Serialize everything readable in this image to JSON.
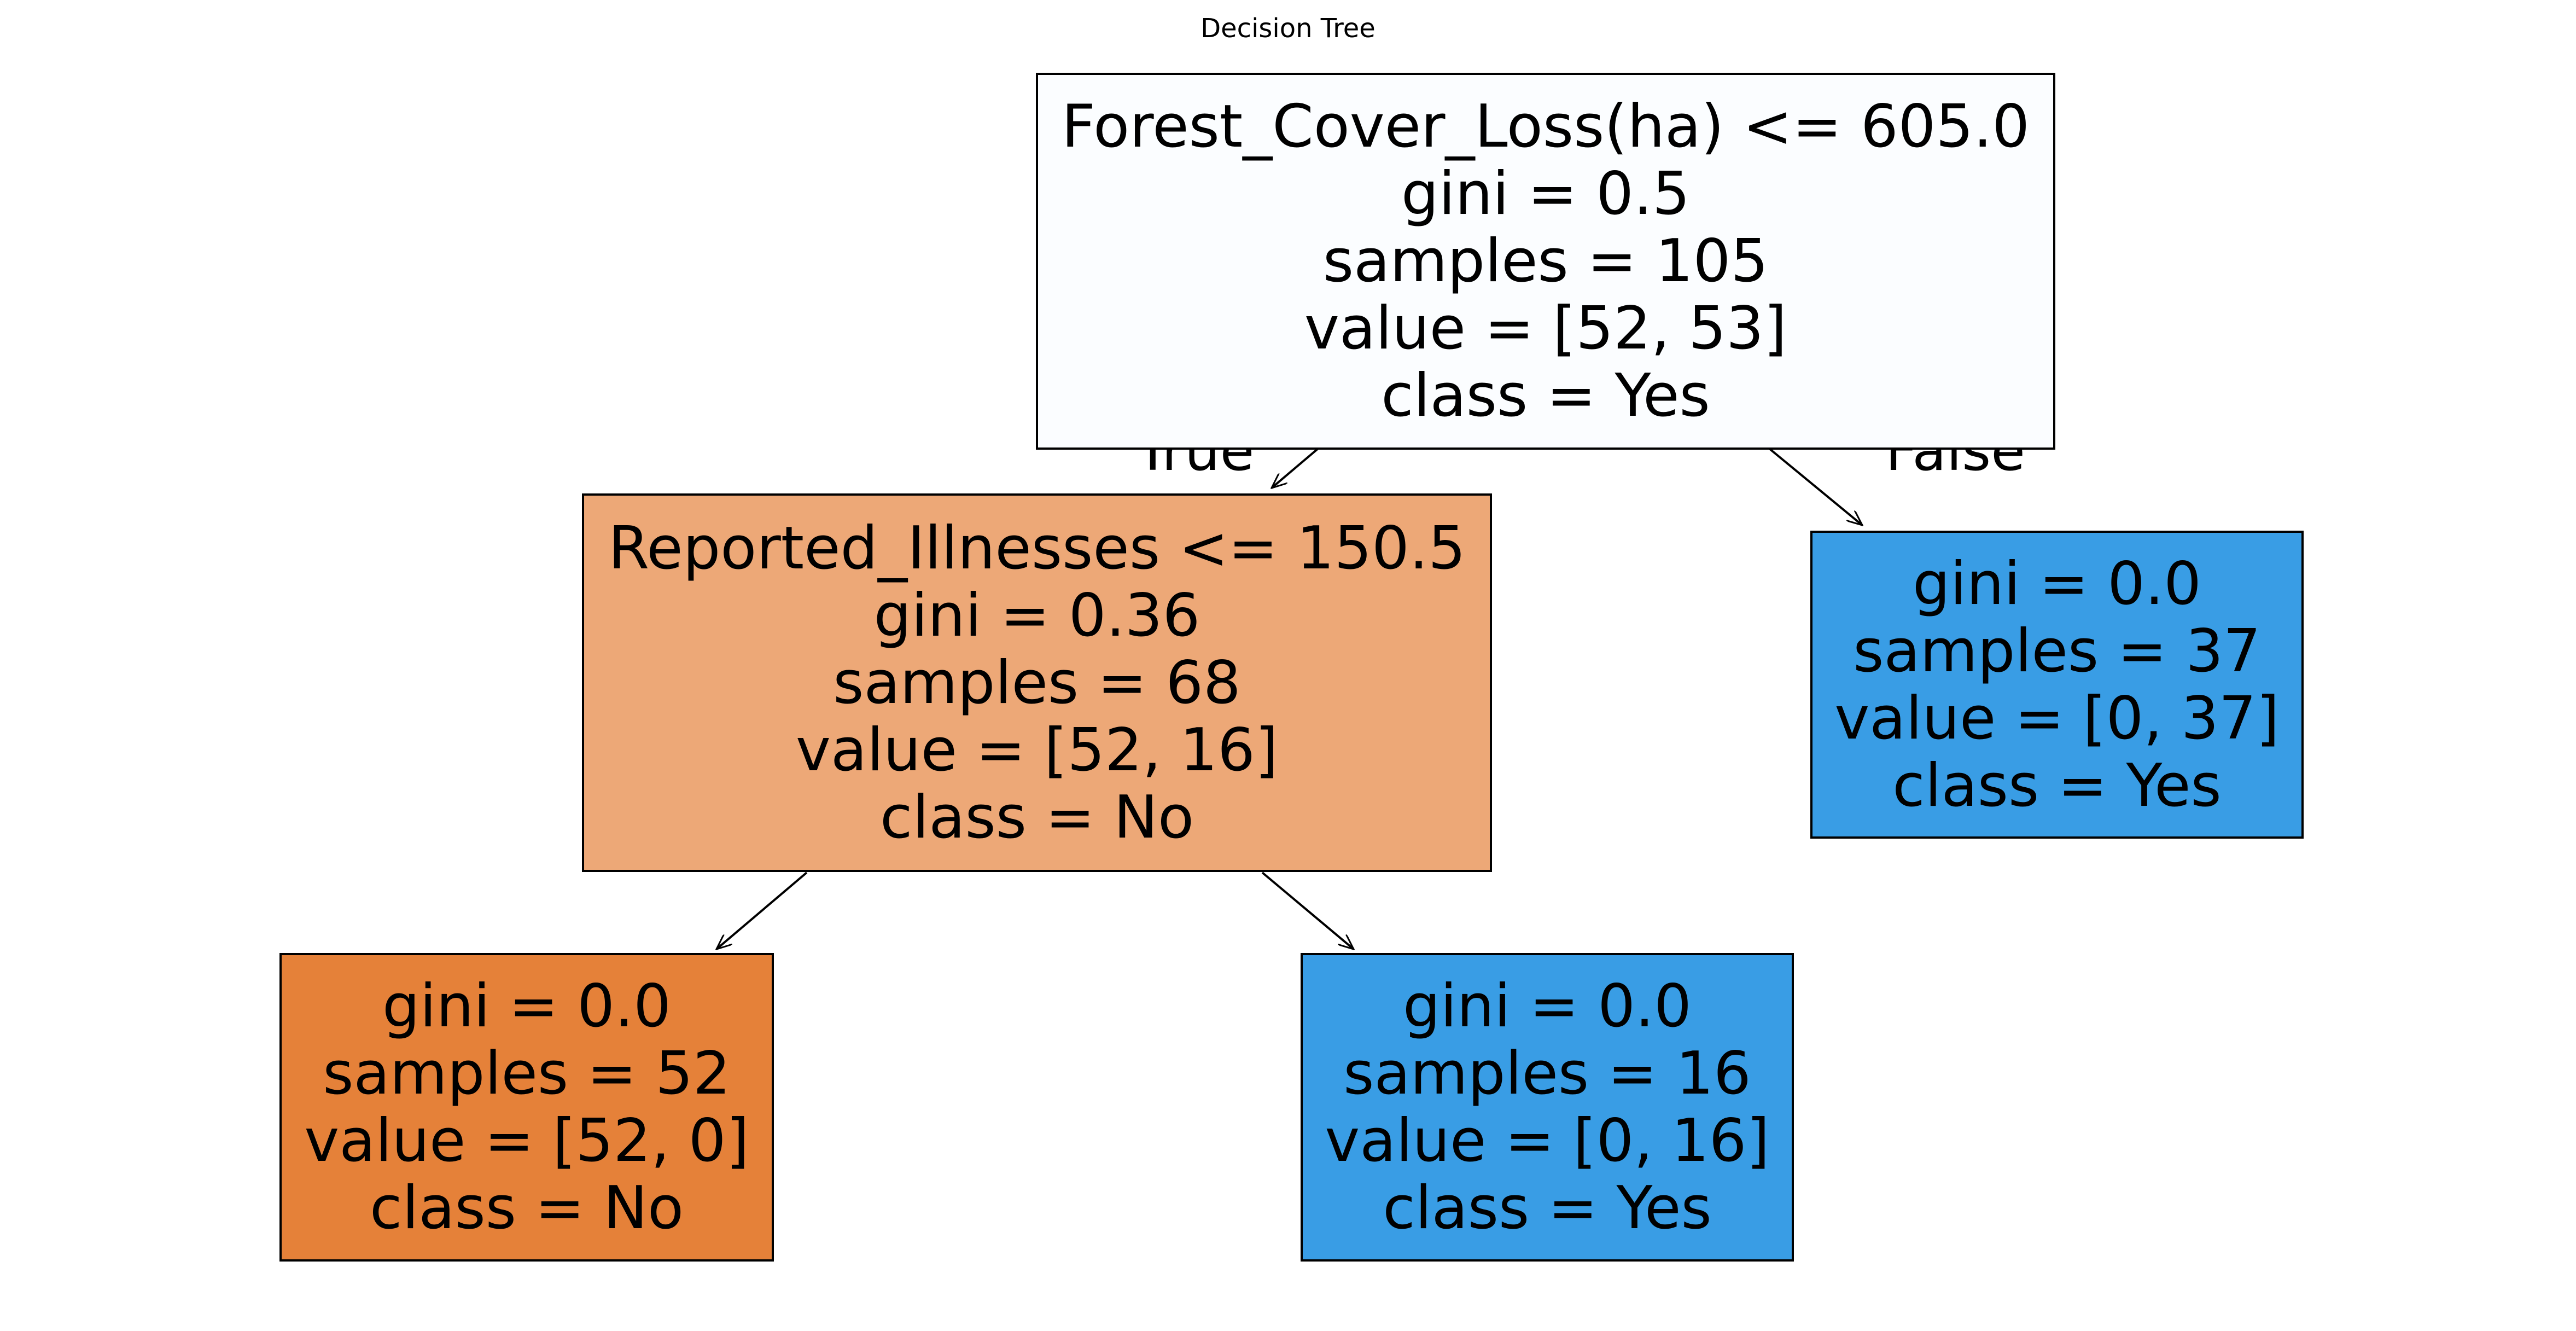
{
  "title": "Decision Tree",
  "edge_labels": {
    "true": "True",
    "false": "False"
  },
  "nodes": [
    {
      "id": "root",
      "lines": [
        "Forest_Cover_Loss(ha) <= 605.0",
        "gini = 0.5",
        "samples = 105",
        "value = [52, 53]",
        "class = Yes"
      ],
      "fill": "#fbfdff"
    },
    {
      "id": "left",
      "lines": [
        "Reported_Illnesses <= 150.5",
        "gini = 0.36",
        "samples = 68",
        "value = [52, 16]",
        "class = No"
      ],
      "fill": "#eda877"
    },
    {
      "id": "right",
      "lines": [
        "gini = 0.0",
        "samples = 37",
        "value = [0, 37]",
        "class = Yes"
      ],
      "fill": "#399de5"
    },
    {
      "id": "left-left",
      "lines": [
        "gini = 0.0",
        "samples = 52",
        "value = [52, 0]",
        "class = No"
      ],
      "fill": "#e58139"
    },
    {
      "id": "left-right",
      "lines": [
        "gini = 0.0",
        "samples = 16",
        "value = [0, 16]",
        "class = Yes"
      ],
      "fill": "#399de5"
    }
  ]
}
